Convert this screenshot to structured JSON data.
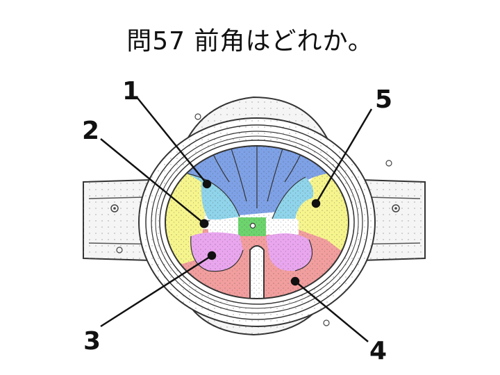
{
  "title": "問57 前角はどれか。",
  "labels": {
    "l1": "1",
    "l2": "2",
    "l3": "3",
    "l4": "4",
    "l5": "5"
  },
  "colors": {
    "posterior_funiculus": "#7ea1e6",
    "posterior_horn": "#8fd4ea",
    "lateral_funiculus": "#f6f58d",
    "intermediate_zone": "#ffffff",
    "central_canal_region": "#6dd46d",
    "anterior_horn": "#e9a6ee",
    "anterior_funiculus": "#f29e9e"
  }
}
